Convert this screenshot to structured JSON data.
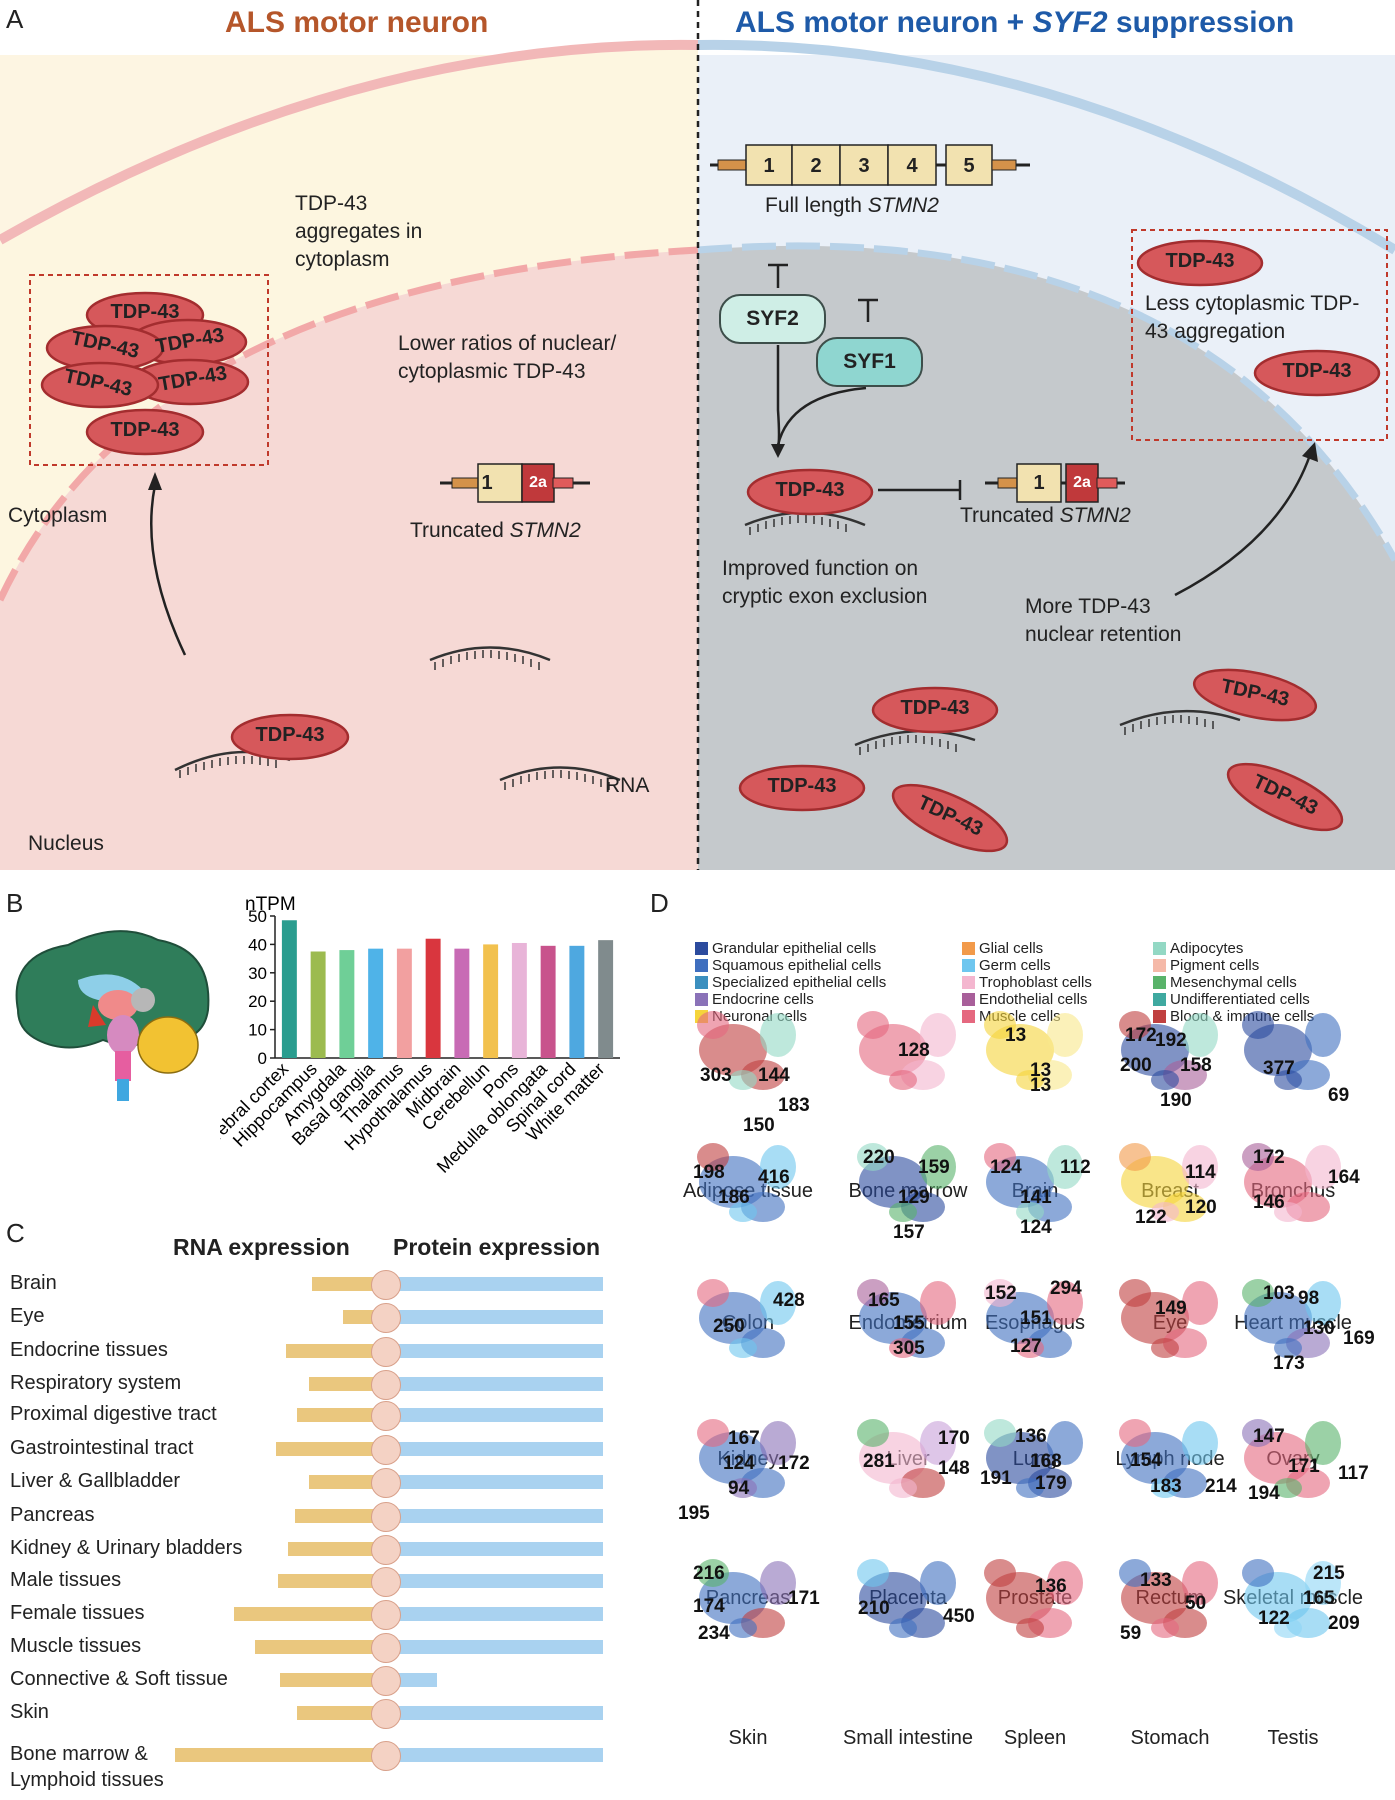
{
  "panel_a": {
    "letter": "A",
    "title_left": "ALS motor neuron",
    "title_right_prefix": "ALS motor neuron + ",
    "title_right_gene": "SYF2",
    "title_right_suffix": " suppression",
    "left": {
      "aggregates_label": "TDP-43 aggregates in cytoplasm",
      "ratio_label": "Lower ratios of nuclear/ cytoplasmic TDP-43",
      "truncated_label": "Truncated ",
      "truncated_gene": "STMN2",
      "cytoplasm": "Cytoplasm",
      "nucleus": "Nucleus",
      "rna": "RNA",
      "protein": "TDP-43",
      "exon1": "1",
      "exon2a": "2a"
    },
    "right": {
      "full_length_label": "Full length ",
      "full_length_gene": "STMN2",
      "exons": [
        "1",
        "2",
        "3",
        "4",
        "5"
      ],
      "syf2": "SYF2",
      "syf1": "SYF1",
      "protein": "TDP-43",
      "less_aggregation": "Less cytoplasmic TDP-43 aggregation",
      "improved": "Improved function on cryptic exon exclusion",
      "truncated_label": "Truncated ",
      "truncated_gene": "STMN2",
      "retention": "More TDP-43 nuclear retention",
      "exon1": "1",
      "exon2a": "2a"
    }
  },
  "panel_b": {
    "letter": "B",
    "chart_data": {
      "type": "bar",
      "ylabel": "nTPM",
      "ylim": [
        0,
        50
      ],
      "yticks": [
        0,
        10,
        20,
        30,
        40,
        50
      ],
      "categories": [
        "Cerebral cortex",
        "Hippocampus",
        "Amygdala",
        "Basal ganglia",
        "Thalamus",
        "Hypothalamus",
        "Midbrain",
        "Cerebellun",
        "Pons",
        "Medulla oblongata",
        "Spinal cord",
        "White matter"
      ],
      "values": [
        48.5,
        37.5,
        38,
        38.5,
        38.5,
        42,
        38.5,
        40,
        40.5,
        39.5,
        39.5,
        41.5
      ],
      "colors": [
        "#2a9d8f",
        "#9cbb4f",
        "#6fcf97",
        "#4fb3e8",
        "#f2a0a0",
        "#d9363e",
        "#c86bb5",
        "#f2c14e",
        "#e8b4d8",
        "#c8538c",
        "#4ea8e0",
        "#808b8d"
      ]
    }
  },
  "panel_c": {
    "letter": "C",
    "rna_heading": "RNA expression",
    "protein_heading": "Protein expression",
    "rows": [
      {
        "label": "Brain",
        "rna": 0.35,
        "protein": 1.0
      },
      {
        "label": "Eye",
        "rna": 0.2,
        "protein": 1.0
      },
      {
        "label": "Endocrine tissues",
        "rna": 0.47,
        "protein": 1.0
      },
      {
        "label": "Respiratory system",
        "rna": 0.36,
        "protein": 1.0
      },
      {
        "label": "Proximal digestive tract",
        "rna": 0.42,
        "protein": 1.0
      },
      {
        "label": "Gastrointestinal tract",
        "rna": 0.52,
        "protein": 1.0
      },
      {
        "label": "Liver & Gallbladder",
        "rna": 0.36,
        "protein": 1.0
      },
      {
        "label": "Pancreas",
        "rna": 0.43,
        "protein": 1.0
      },
      {
        "label": "Kidney & Urinary bladders",
        "rna": 0.46,
        "protein": 1.0
      },
      {
        "label": "Male tissues",
        "rna": 0.51,
        "protein": 1.0
      },
      {
        "label": "Female tissues",
        "rna": 0.72,
        "protein": 1.0
      },
      {
        "label": "Muscle tissues",
        "rna": 0.62,
        "protein": 1.0
      },
      {
        "label": "Connective & Soft tissue",
        "rna": 0.5,
        "protein": 0.24
      },
      {
        "label": "Skin",
        "rna": 0.42,
        "protein": 1.0
      },
      {
        "label": "Bone marrow & Lymphoid tissues",
        "rna": 1.0,
        "protein": 1.0
      }
    ]
  },
  "panel_d": {
    "letter": "D",
    "legend": [
      {
        "label": "Grandular epithelial cells",
        "color": "#2c4b9e"
      },
      {
        "label": "Squamous epithelial cells",
        "color": "#3f6fbf"
      },
      {
        "label": "Specialized epithelial cells",
        "color": "#3b8fbf"
      },
      {
        "label": "Endocrine cells",
        "color": "#8a72b8"
      },
      {
        "label": "Neuronal cells",
        "color": "#f5d43b"
      },
      {
        "label": "Glial cells",
        "color": "#f29a4a"
      },
      {
        "label": "Germ cells",
        "color": "#6ec6ef"
      },
      {
        "label": "Trophoblast cells",
        "color": "#f4b6cf"
      },
      {
        "label": "Endothelial cells",
        "color": "#a85f9a"
      },
      {
        "label": "Muscle cells",
        "color": "#e5687f"
      },
      {
        "label": "Adipocytes",
        "color": "#93d8c4"
      },
      {
        "label": "Pigment cells",
        "color": "#f5b9a8"
      },
      {
        "label": "Mesenchymal cells",
        "color": "#59b36a"
      },
      {
        "label": "Undifferentiated cells",
        "color": "#3fa9a0"
      },
      {
        "label": "Blood & immune cells",
        "color": "#c0403f"
      }
    ],
    "tissues": [
      {
        "name": "Adipose tissue",
        "nums": [
          "303",
          "144",
          "183",
          "150"
        ]
      },
      {
        "name": "Bone marrow",
        "nums": [
          "128"
        ]
      },
      {
        "name": "Brain",
        "nums": [
          "13",
          "13",
          "13"
        ]
      },
      {
        "name": "Breast",
        "nums": [
          "172",
          "192",
          "200",
          "158",
          "190"
        ]
      },
      {
        "name": "Bronchus",
        "nums": [
          "377",
          "69"
        ]
      },
      {
        "name": "Colon",
        "nums": [
          "198",
          "416",
          "186"
        ]
      },
      {
        "name": "Endometrium",
        "nums": [
          "220",
          "159",
          "129",
          "157"
        ]
      },
      {
        "name": "Esophagus",
        "nums": [
          "124",
          "112",
          "141",
          "124"
        ]
      },
      {
        "name": "Eye",
        "nums": [
          "114",
          "120",
          "122"
        ]
      },
      {
        "name": "Heart muscle",
        "nums": [
          "172",
          "164",
          "146"
        ]
      },
      {
        "name": "Kidney",
        "nums": [
          "250",
          "428"
        ]
      },
      {
        "name": "Liver",
        "nums": [
          "165",
          "155",
          "305"
        ]
      },
      {
        "name": "Lung",
        "nums": [
          "152",
          "294",
          "151",
          "127"
        ]
      },
      {
        "name": "Lymph node",
        "nums": [
          "149"
        ]
      },
      {
        "name": "Ovary",
        "nums": [
          "103",
          "98",
          "130",
          "169",
          "173"
        ]
      },
      {
        "name": "Pancreas",
        "nums": [
          "167",
          "124",
          "172",
          "94",
          "195"
        ]
      },
      {
        "name": "Placenta",
        "nums": [
          "170",
          "281",
          "148"
        ]
      },
      {
        "name": "Prostate",
        "nums": [
          "136",
          "168",
          "191",
          "179"
        ]
      },
      {
        "name": "Rectum",
        "nums": [
          "154",
          "183",
          "214"
        ]
      },
      {
        "name": "Skeletal muscle",
        "nums": [
          "147",
          "171",
          "117",
          "194"
        ]
      },
      {
        "name": "Skin",
        "nums": [
          "216",
          "171",
          "174",
          "234"
        ]
      },
      {
        "name": "Small intestine",
        "nums": [
          "210",
          "450"
        ]
      },
      {
        "name": "Spleen",
        "nums": [
          "136"
        ]
      },
      {
        "name": "Stomach",
        "nums": [
          "133",
          "50",
          "59"
        ]
      },
      {
        "name": "Testis",
        "nums": [
          "215",
          "165",
          "122",
          "209"
        ]
      }
    ]
  }
}
